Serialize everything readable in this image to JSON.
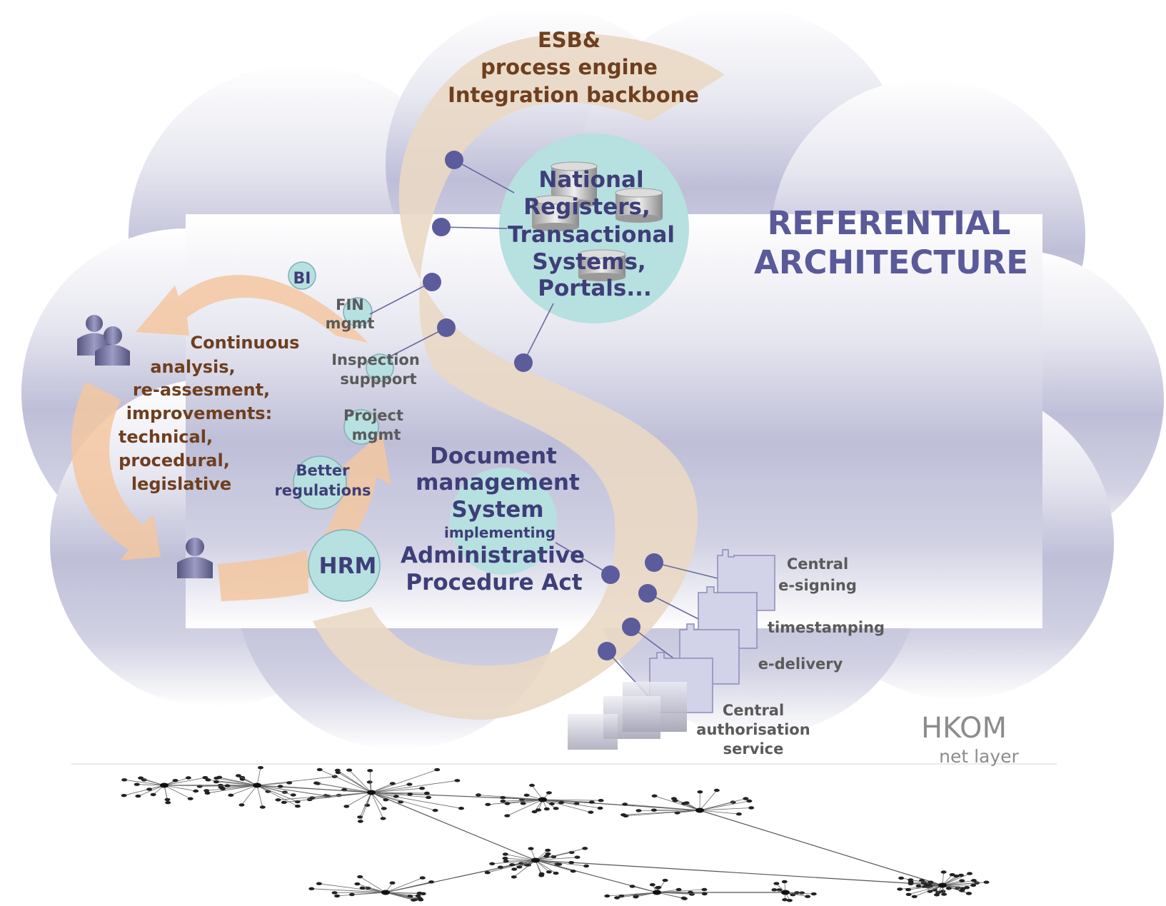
{
  "title": {
    "line1": "REFERENTIAL",
    "line2": "ARCHITECTURE"
  },
  "esb": {
    "line1": "ESB&",
    "line2": "process engine",
    "line3": "Integration backbone"
  },
  "registers": {
    "line1": "National",
    "line2": "Registers,",
    "line3": "Transactional",
    "line4": "Systems,",
    "line5": "Portals..."
  },
  "cycle": {
    "line1": "Continuous",
    "line2": "analysis,",
    "line3": "re-assesment,",
    "line4": "improvements:",
    "line5": "technical,",
    "line6": "procedural,",
    "line7": "legislative"
  },
  "modules": {
    "bi": "BI",
    "fin_1": "FIN",
    "fin_2": "mgmt",
    "inspection_1": "Inspection",
    "inspection_2": "suppport",
    "project_1": "Project",
    "project_2": "mgmt",
    "better_1": "Better",
    "better_2": "regulations",
    "hrm": "HRM"
  },
  "dms": {
    "line1": "Document",
    "line2": "management",
    "line3": "System",
    "line4": "implementing",
    "line5": "Administrative",
    "line6": "Procedure Act"
  },
  "services": {
    "esigning_1": "Central",
    "esigning_2": "e-signing",
    "timestamping": "timestamping",
    "edelivery": "e-delivery",
    "auth_1": "Central",
    "auth_2": "authorisation",
    "auth_3": "service"
  },
  "net": {
    "name": "HKOM",
    "layer": "net layer"
  },
  "colors": {
    "cloud": "#b8b8d4",
    "backbone": "#ead8c4",
    "arrow": "#f3c9a0",
    "teal": "#b7e0e0",
    "dot": "#5c5c9c"
  }
}
